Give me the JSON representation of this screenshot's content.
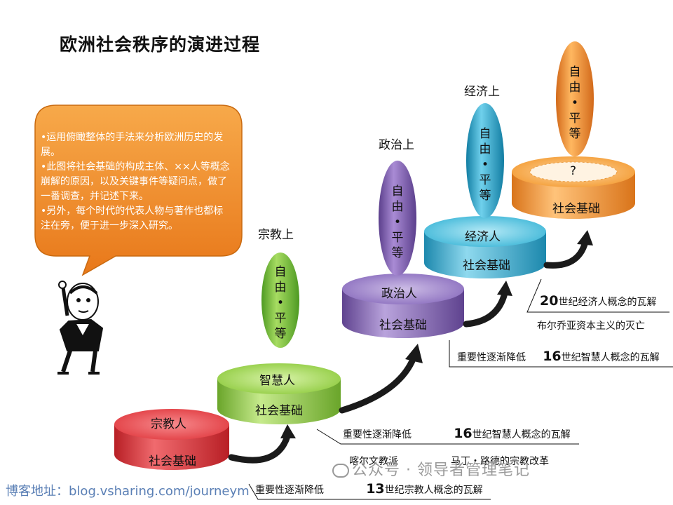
{
  "title": "欧洲社会秩序的演进过程",
  "bubble": {
    "lines": [
      "•运用俯瞰整体的手法来分析欧洲历史的发展。",
      "•此图将社会基础的构成主体、××人等概念崩解的原因，以及关键事件等疑问点，做了一番调查，并记述下来。",
      "•另外，每个时代的代表人物与著作也都标注在旁，便于进一步深入研究。"
    ]
  },
  "steps": [
    {
      "subject": "宗教人",
      "base": "社会基础",
      "color": "#d9343a"
    },
    {
      "subject": "智慧人",
      "base": "社会基础",
      "color": "#8cc63f"
    },
    {
      "subject": "政治人",
      "base": "社会基础",
      "color": "#8464b4"
    },
    {
      "subject": "经济人",
      "base": "社会基础",
      "color": "#3aaccd"
    },
    {
      "subject": "?",
      "base": "社会基础",
      "color": "#f39a2b"
    }
  ],
  "ovals": [
    {
      "heading": "宗教上",
      "chars": [
        "自",
        "由",
        "•",
        "平",
        "等"
      ]
    },
    {
      "heading": "政治上",
      "chars": [
        "自",
        "由",
        "•",
        "平",
        "等"
      ]
    },
    {
      "heading": "经济上",
      "chars": [
        "自",
        "由",
        "•",
        "平",
        "等"
      ]
    },
    {
      "heading": "",
      "chars": [
        "自",
        "由",
        "•",
        "平",
        "等"
      ]
    }
  ],
  "annotations": {
    "a1": {
      "decline": "重要性逐渐降低",
      "num": "13",
      "event": "世纪宗教人概念的瓦解"
    },
    "a2": {
      "decline": "重要性逐渐降低",
      "num": "16",
      "event": "世纪智慧人概念的瓦解",
      "sub1": "喀尔文教派",
      "sub2": "马丁・路德的宗教改革"
    },
    "a3": {
      "decline": "重要性逐渐降低",
      "num": "16",
      "event": "世纪智慧人概念的瓦解"
    },
    "a4": {
      "num": "20",
      "event": "世纪经济人概念的瓦解",
      "sub": "布尔乔亚资本主义的灭亡"
    }
  },
  "footer": {
    "url": "博客地址：blog.vsharing.com/journeym",
    "watermark": "公众号 · 领导者管理笔记"
  },
  "colors": {
    "bubble": "#f28c28",
    "arrow": "#1a1a1a"
  }
}
